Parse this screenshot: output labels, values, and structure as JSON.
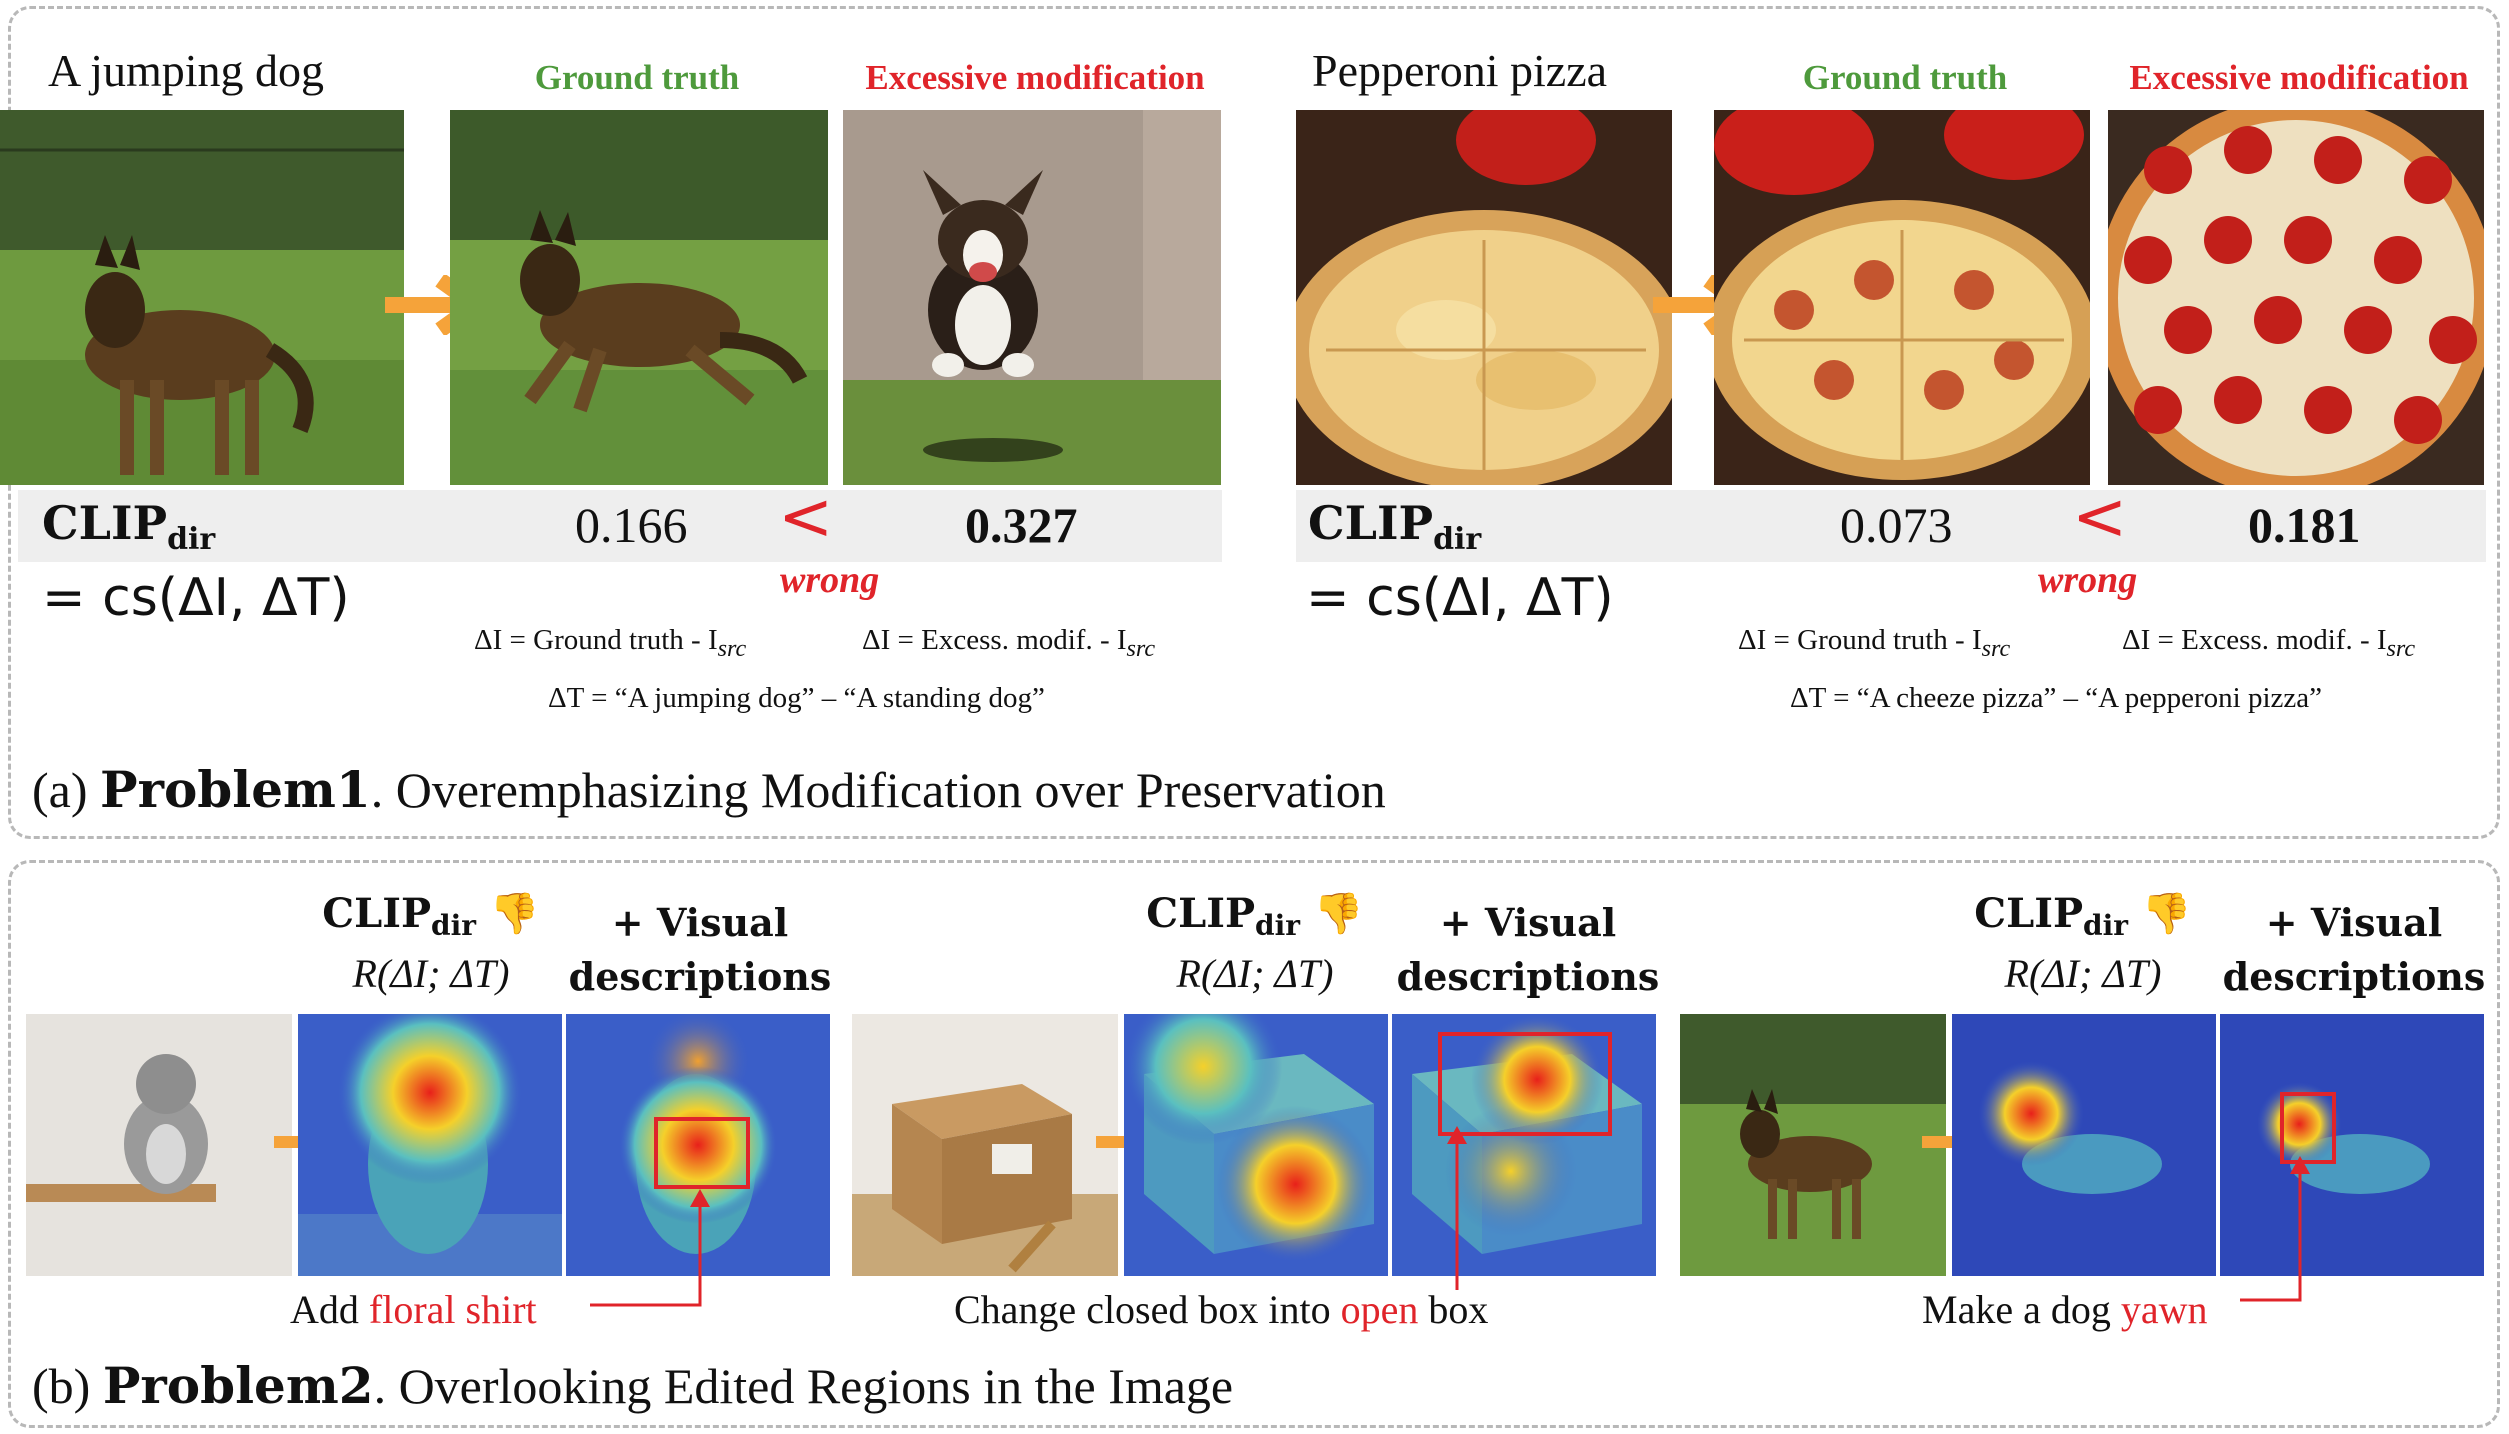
{
  "panel_a": {
    "left": {
      "prompt": "A jumping dog",
      "gt_label": "Ground truth",
      "excess_label": "Excessive modification",
      "metric": "CLIP",
      "metric_sub": "dir",
      "formula": "= cs(ΔI, ΔT)",
      "score_gt": "0.166",
      "less_than": "<",
      "score_excess": "0.327",
      "wrong": "wrong",
      "delta_i_gt": "ΔI = Ground truth - I",
      "delta_i_excess": "ΔI = Excess. modif. - I",
      "src": "src",
      "delta_t": "ΔT = “A jumping dog” – “A standing dog”"
    },
    "right": {
      "prompt": "Pepperoni pizza",
      "gt_label": "Ground truth",
      "excess_label": "Excessive modification",
      "metric": "CLIP",
      "metric_sub": "dir",
      "formula": "= cs(ΔI, ΔT)",
      "score_gt": "0.073",
      "less_than": "<",
      "score_excess": "0.181",
      "wrong": "wrong",
      "delta_i_gt": "ΔI = Ground truth - I",
      "delta_i_excess": "ΔI = Excess. modif. - I",
      "src": "src",
      "delta_t": "ΔT = “A cheeze pizza” – “A pepperoni pizza”"
    },
    "caption_prefix": "(a) ",
    "caption_bold": "Problem1",
    "caption_rest": ". Overemphasizing Modification over Preservation"
  },
  "panel_b": {
    "groups": [
      {
        "metric": "CLIP",
        "metric_sub": "dir",
        "thumb": "👎",
        "r_expr": "R(ΔI; ΔT)",
        "visual_line1": "+ Visual",
        "visual_line2": "descriptions",
        "instr_pre": "Add ",
        "instr_red": "floral shirt",
        "instr_post": ""
      },
      {
        "metric": "CLIP",
        "metric_sub": "dir",
        "thumb": "👎",
        "r_expr": "R(ΔI; ΔT)",
        "visual_line1": "+ Visual",
        "visual_line2": "descriptions",
        "instr_pre": "Change closed box into ",
        "instr_red": "open",
        "instr_post": " box"
      },
      {
        "metric": "CLIP",
        "metric_sub": "dir",
        "thumb": "👎",
        "r_expr": "R(ΔI; ΔT)",
        "visual_line1": "+ Visual",
        "visual_line2": "descriptions",
        "instr_pre": "Make a dog ",
        "instr_red": "yawn",
        "instr_post": ""
      }
    ],
    "caption_prefix": "(b) ",
    "caption_bold": "Problem2",
    "caption_rest": ". Overlooking Edited Regions in the Image"
  },
  "colors": {
    "green": "#4e9a3c",
    "red": "#e0242a",
    "arrow": "#f5a33a",
    "band": "#eeeeee"
  }
}
